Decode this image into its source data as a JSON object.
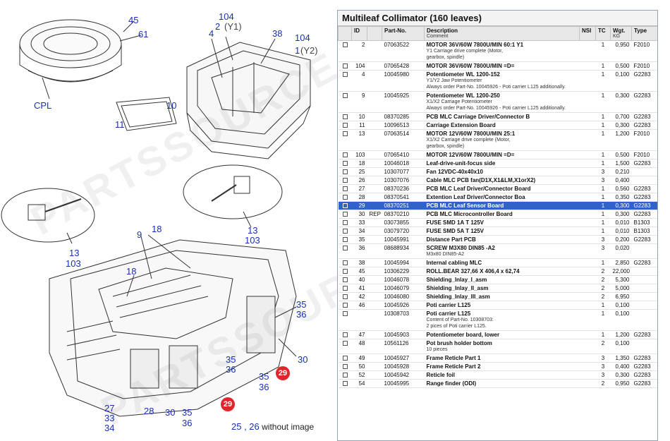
{
  "diagram": {
    "callouts": [
      "45",
      "61",
      "CPL",
      "104",
      "2",
      "(Y1)",
      "38",
      "104",
      "1",
      "(Y2)",
      "4",
      "10",
      "11",
      "13",
      "103",
      "13",
      "103",
      "9",
      "18",
      "18",
      "35",
      "36",
      "35",
      "36",
      "30",
      "35",
      "36",
      "27",
      "33",
      "34",
      "28",
      "30",
      "35",
      "36"
    ],
    "red_callouts": [
      "29",
      "29"
    ],
    "caption_numbers": "25 , 26",
    "caption_text": "without image",
    "watermark": "PARTSSOURCE"
  },
  "parts": {
    "title": "Multileaf Collimator (160 leaves)",
    "columns": {
      "id": "ID",
      "part_no": "Part-No.",
      "description": "Description",
      "comment": "Comment",
      "nsi": "NSI",
      "tc": "TC",
      "wgt": "Wgt.",
      "wgt_unit": "KG",
      "type": "Type"
    },
    "rows": [
      {
        "id": "2",
        "rep": "",
        "pn": "07063522",
        "desc": "MOTOR 36V/60W 7800U/MIN 60:1 Y1",
        "comment": [
          "Y1 Carriage drive complete (Motor,",
          "gearbox, spindle)"
        ],
        "nsi": "",
        "tc": "1",
        "wgt": "0,950",
        "type": "F2010"
      },
      {
        "id": "104",
        "rep": "",
        "pn": "07065428",
        "desc": "MOTOR 36V/60W 7800U/MIN =D=",
        "comment": [],
        "nsi": "",
        "tc": "1",
        "wgt": "0,500",
        "type": "F2010"
      },
      {
        "id": "4",
        "rep": "",
        "pn": "10045980",
        "desc": "Potentiometer WL 1200-152",
        "comment": [
          "Y1/Y2 Jaw Potentiometer",
          "Always order Part-No. 10045926 - Poti carrier L125 additionally."
        ],
        "nsi": "",
        "tc": "1",
        "wgt": "0,100",
        "type": "G2283"
      },
      {
        "id": "9",
        "rep": "",
        "pn": "10045925",
        "desc": "Potentiometer WL 1200-250",
        "comment": [
          "X1/X2 Carriage Potentiometer",
          "Always order Part-No. 10045926 - Poti carrier L125 additionally."
        ],
        "nsi": "",
        "tc": "1",
        "wgt": "0,300",
        "type": "G2283"
      },
      {
        "id": "10",
        "rep": "",
        "pn": "08370285",
        "desc": "PCB MLC Carriage Driver/Connector B",
        "comment": [],
        "nsi": "",
        "tc": "1",
        "wgt": "0,700",
        "type": "G2283"
      },
      {
        "id": "11",
        "rep": "",
        "pn": "10096513",
        "desc": "Carriage Extension Board",
        "comment": [],
        "nsi": "",
        "tc": "1",
        "wgt": "0,300",
        "type": "G2283"
      },
      {
        "id": "13",
        "rep": "",
        "pn": "07063514",
        "desc": "MOTOR 12V/60W 7800U/MIN 25:1",
        "comment": [
          "X1/X2 Carriage drive complete (Motor,",
          "gearbox, spindle)"
        ],
        "nsi": "",
        "tc": "1",
        "wgt": "1,200",
        "type": "F2010"
      },
      {
        "id": "103",
        "rep": "",
        "pn": "07065410",
        "desc": "MOTOR 12V/60W 7800U/MIN =D=",
        "comment": [],
        "nsi": "",
        "tc": "1",
        "wgt": "0,500",
        "type": "F2010"
      },
      {
        "id": "18",
        "rep": "",
        "pn": "10046018",
        "desc": "Leaf-drive-unit-focus side",
        "comment": [],
        "nsi": "",
        "tc": "1",
        "wgt": "1,500",
        "type": "G2283"
      },
      {
        "id": "25",
        "rep": "",
        "pn": "10307077",
        "desc": "Fan 12VDC-40x40x10",
        "comment": [],
        "nsi": "",
        "tc": "3",
        "wgt": "0,210",
        "type": ""
      },
      {
        "id": "26",
        "rep": "",
        "pn": "10307076",
        "desc": "Cable MLC PCB fan(D1X,X1&LM,X1orX2)",
        "comment": [],
        "nsi": "",
        "tc": "3",
        "wgt": "0,400",
        "type": ""
      },
      {
        "id": "27",
        "rep": "",
        "pn": "08370236",
        "desc": "PCB MLC Leaf Driver/Connector Board",
        "comment": [],
        "nsi": "",
        "tc": "1",
        "wgt": "0,560",
        "type": "G2283"
      },
      {
        "id": "28",
        "rep": "",
        "pn": "08370541",
        "desc": "Extention Leaf Driver/Connector Boa",
        "comment": [],
        "nsi": "",
        "tc": "1",
        "wgt": "0,350",
        "type": "G2283"
      },
      {
        "id": "29",
        "rep": "",
        "pn": "08370251",
        "desc": "PCB MLC Leaf Sensor Board",
        "comment": [],
        "nsi": "",
        "tc": "1",
        "wgt": "0,300",
        "type": "G2283",
        "selected": true
      },
      {
        "id": "30",
        "rep": "REP",
        "pn": "08370210",
        "desc": "PCB MLC Microcontroller Board",
        "comment": [],
        "nsi": "",
        "tc": "1",
        "wgt": "0,300",
        "type": "G2283"
      },
      {
        "id": "33",
        "rep": "",
        "pn": "03073855",
        "desc": "FUSE SMD 1A T 125V",
        "comment": [],
        "nsi": "",
        "tc": "1",
        "wgt": "0,010",
        "type": "B1303"
      },
      {
        "id": "34",
        "rep": "",
        "pn": "03079720",
        "desc": "FUSE SMD 5A T 125V",
        "comment": [],
        "nsi": "",
        "tc": "1",
        "wgt": "0,010",
        "type": "B1303"
      },
      {
        "id": "35",
        "rep": "",
        "pn": "10045991",
        "desc": "Distance Part PCB",
        "comment": [],
        "nsi": "",
        "tc": "3",
        "wgt": "0,200",
        "type": "G2283"
      },
      {
        "id": "36",
        "rep": "",
        "pn": "08688934",
        "desc": "SCREW M3X80 DIN85 -A2",
        "comment": [
          "M3x80 DIN85-A2"
        ],
        "nsi": "",
        "tc": "3",
        "wgt": "0,020",
        "type": ""
      },
      {
        "id": "38",
        "rep": "",
        "pn": "10045994",
        "desc": "Internal cabling MLC",
        "comment": [],
        "nsi": "",
        "tc": "1",
        "wgt": "2,850",
        "type": "G2283"
      },
      {
        "id": "45",
        "rep": "",
        "pn": "10306229",
        "desc": "ROLL.BEAR 327,66 X 406,4 x 62,74",
        "comment": [],
        "nsi": "",
        "tc": "2",
        "wgt": "22,000",
        "type": ""
      },
      {
        "id": "40",
        "rep": "",
        "pn": "10046078",
        "desc": "Shielding_Inlay_I_asm",
        "comment": [],
        "nsi": "",
        "tc": "2",
        "wgt": "5,300",
        "type": ""
      },
      {
        "id": "41",
        "rep": "",
        "pn": "10046079",
        "desc": "Shielding_Inlay_II_asm",
        "comment": [],
        "nsi": "",
        "tc": "2",
        "wgt": "5,000",
        "type": ""
      },
      {
        "id": "42",
        "rep": "",
        "pn": "10046080",
        "desc": "Shielding_Inlay_III_asm",
        "comment": [],
        "nsi": "",
        "tc": "2",
        "wgt": "6,950",
        "type": ""
      },
      {
        "id": "46",
        "rep": "",
        "pn": "10045926",
        "desc": "Poti carrier L125",
        "comment": [],
        "nsi": "",
        "tc": "1",
        "wgt": "0,100",
        "type": ""
      },
      {
        "id": "",
        "rep": "",
        "pn": "10308703",
        "desc": "Poti carrier L125",
        "comment": [
          "Content of Part-No. 10308703:",
          "2 pices of Poti carrier L125."
        ],
        "nsi": "",
        "tc": "1",
        "wgt": "0,100",
        "type": ""
      },
      {
        "id": "47",
        "rep": "",
        "pn": "10045903",
        "desc": "Potentiometer board, lower",
        "comment": [],
        "nsi": "",
        "tc": "1",
        "wgt": "1,200",
        "type": "G2283"
      },
      {
        "id": "48",
        "rep": "",
        "pn": "10561126",
        "desc": "Pot brush holder bottom",
        "comment": [
          "10 pieces"
        ],
        "nsi": "",
        "tc": "2",
        "wgt": "0,100",
        "type": ""
      },
      {
        "id": "49",
        "rep": "",
        "pn": "10045927",
        "desc": "Frame Reticle Part 1",
        "comment": [],
        "nsi": "",
        "tc": "3",
        "wgt": "1,350",
        "type": "G2283"
      },
      {
        "id": "50",
        "rep": "",
        "pn": "10045928",
        "desc": "Frame Reticle Part 2",
        "comment": [],
        "nsi": "",
        "tc": "3",
        "wgt": "0,400",
        "type": "G2283"
      },
      {
        "id": "52",
        "rep": "",
        "pn": "10045942",
        "desc": "Reticle foil",
        "comment": [],
        "nsi": "",
        "tc": "3",
        "wgt": "0,300",
        "type": "G2283"
      },
      {
        "id": "54",
        "rep": "",
        "pn": "10045995",
        "desc": "Range finder (ODI)",
        "comment": [],
        "nsi": "",
        "tc": "2",
        "wgt": "0,950",
        "type": "G2283"
      }
    ]
  }
}
